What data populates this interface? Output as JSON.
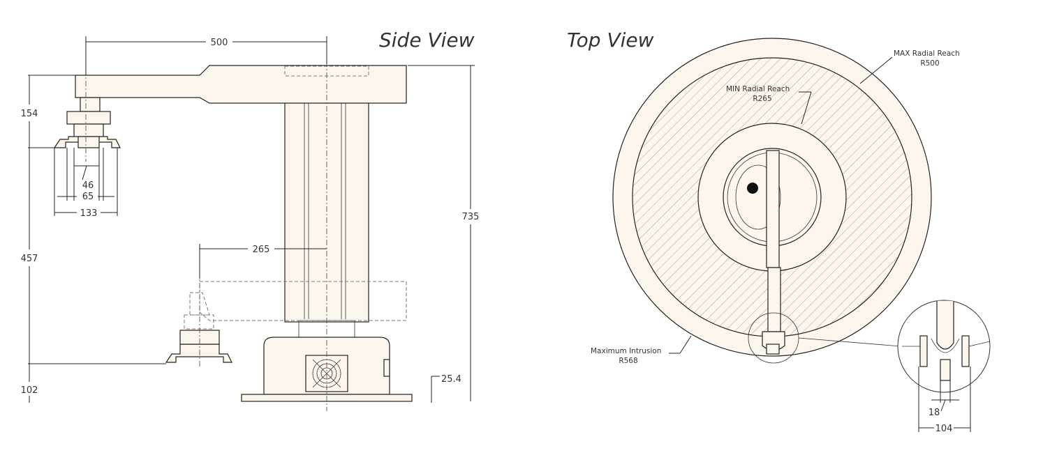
{
  "side_view": {
    "title": "Side View",
    "dims": {
      "reach": "500",
      "height_top": "154",
      "height_mid": "457",
      "height_base": "102",
      "total_height": "735",
      "gripper_a": "46",
      "gripper_b": "65",
      "gripper_c": "133",
      "min_reach": "265",
      "foot": "25.4"
    }
  },
  "top_view": {
    "title": "Top View",
    "max_reach_label": "MAX Radial Reach",
    "max_reach_value": "R500",
    "min_reach_label": "MIN Radial Reach",
    "min_reach_value": "R265",
    "intrusion_label": "Maximum Intrusion",
    "intrusion_value": "R568",
    "detail_dim_small": "18",
    "detail_dim_wide": "104"
  },
  "colors": {
    "part_fill": "#fdf6ec",
    "line": "#222222"
  }
}
